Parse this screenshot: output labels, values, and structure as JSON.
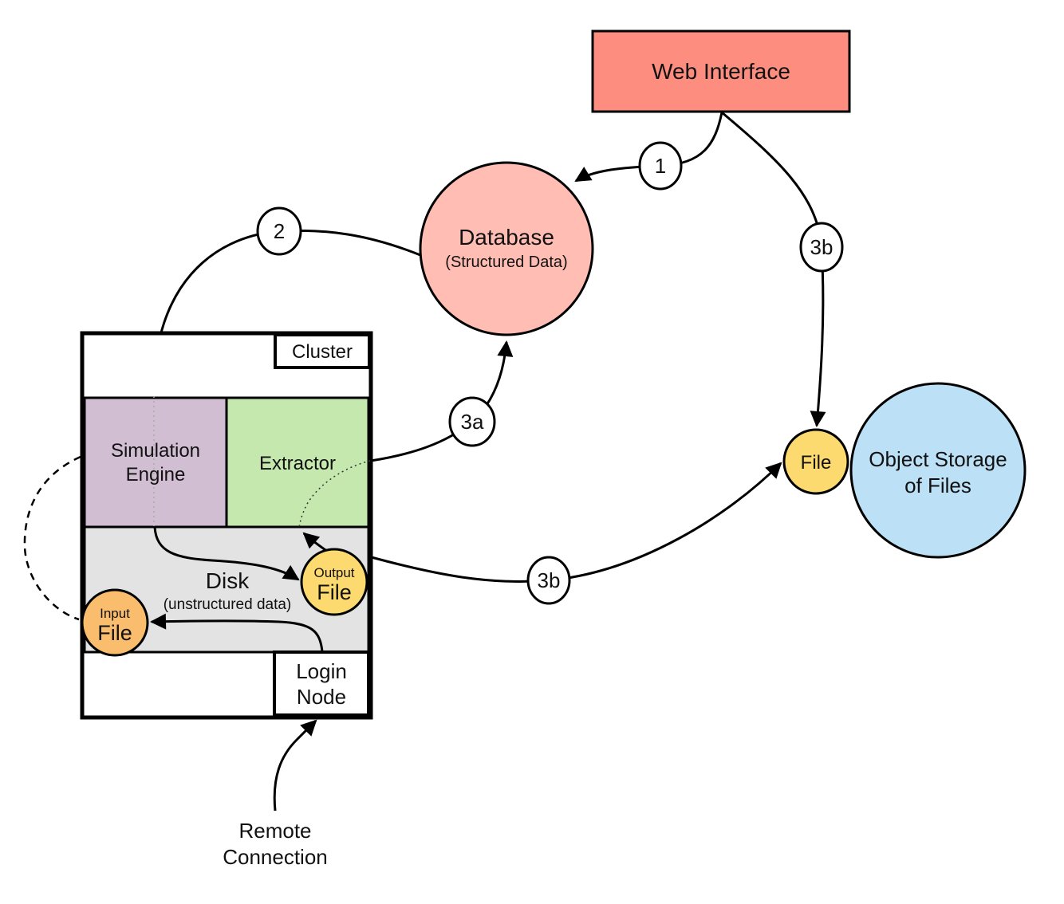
{
  "nodes": {
    "web_interface": {
      "label": "Web Interface",
      "fill": "#FC8D7F"
    },
    "database": {
      "label": "Database",
      "sublabel": "(Structured Data)",
      "fill": "#FFBDB3"
    },
    "cluster": {
      "label": "Cluster",
      "fill": "#FFFFFF"
    },
    "simulation_engine": {
      "label_line1": "Simulation",
      "label_line2": "Engine",
      "fill": "#D2BED3"
    },
    "extractor": {
      "label": "Extractor",
      "fill": "#C5E8AE"
    },
    "disk": {
      "label": "Disk",
      "sublabel": "(unstructured data)",
      "fill": "#E3E3E3"
    },
    "output_file": {
      "label_line1": "Output",
      "label_line2": "File",
      "fill": "#FCDA6F"
    },
    "input_file": {
      "label_line1": "Input",
      "label_line2": "File",
      "fill": "#FABD6E"
    },
    "login_node": {
      "label_line1": "Login",
      "label_line2": "Node",
      "fill": "#FFFFFF"
    },
    "file": {
      "label": "File",
      "fill": "#FCDA6F"
    },
    "object_storage": {
      "label_line1": "Object Storage",
      "label_line2": "of Files",
      "fill": "#BCE0F5"
    },
    "remote_connection": {
      "label_line1": "Remote",
      "label_line2": "Connection"
    }
  },
  "step_badges": [
    {
      "label": "1"
    },
    {
      "label": "2"
    },
    {
      "label": "3a"
    },
    {
      "label": "3b"
    },
    {
      "label": "3b"
    }
  ],
  "colors": {
    "stroke": "#000000",
    "text": "#111111",
    "background": "#FFFFFF"
  }
}
